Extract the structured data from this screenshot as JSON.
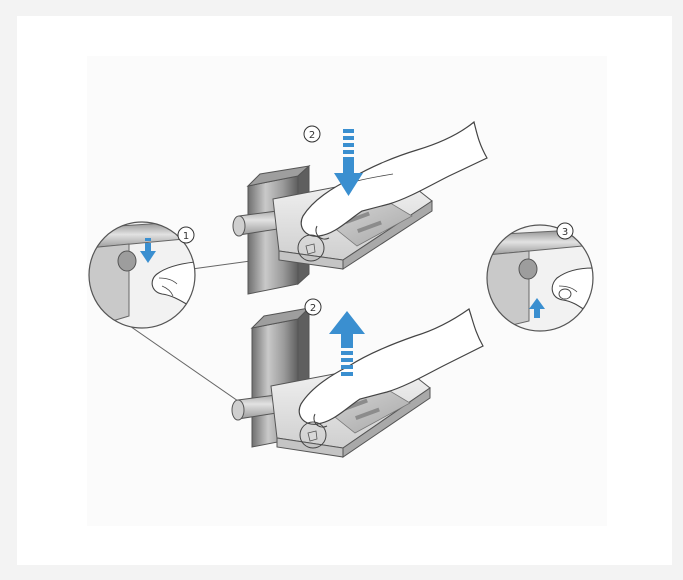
{
  "steps": [
    {
      "number": "1"
    },
    {
      "number": "2"
    },
    {
      "number": "2"
    },
    {
      "number": "3"
    }
  ],
  "colors": {
    "arrow_blue": "#3a8fd0",
    "metal_light": "#e6e6e6",
    "metal_mid": "#bdbdbd",
    "metal_dark": "#7d7d7d",
    "outline": "#555555",
    "background": "#f3f3f3",
    "panel": "#ffffff"
  },
  "icons": [
    "arrow-down-icon",
    "arrow-up-icon"
  ]
}
